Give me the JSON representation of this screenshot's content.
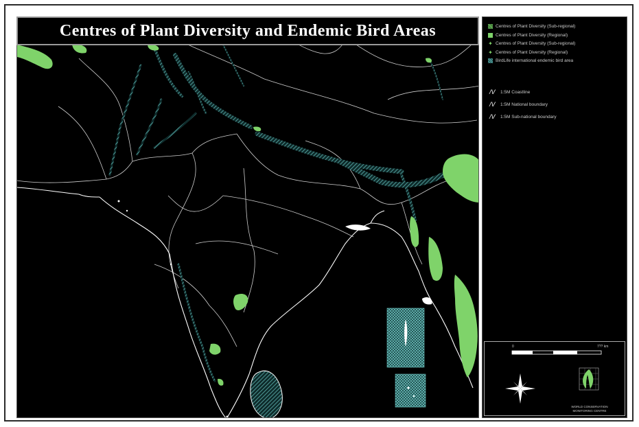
{
  "title": "Centres of Plant Diversity and Endemic Bird Areas",
  "legend": {
    "areas": [
      {
        "label": "Centres of Plant Diversity (Sub-regional)",
        "symbol": "hatched-green"
      },
      {
        "label": "Centres of Plant Diversity (Regional)",
        "symbol": "solid-green"
      },
      {
        "label": "Centres of Plant Diversity (Sub-regional)",
        "symbol": "green-star"
      },
      {
        "label": "Centres of Plant Diversity (Regional)",
        "symbol": "green-star"
      },
      {
        "label": "BirdLife international endemic bird area",
        "symbol": "hatched-teal"
      }
    ],
    "lines": [
      {
        "label": "1:5M Coastline",
        "symbol": "line"
      },
      {
        "label": "1:5M National boundary",
        "symbol": "line"
      },
      {
        "label": "1:5M Sub-national boundary",
        "symbol": "line"
      }
    ]
  },
  "scale_bar": {
    "start_label": "0",
    "end_label": "7?? km"
  },
  "organization": {
    "line1": "WORLD CONSERVATION",
    "line2": "MONITORING CENTRE"
  },
  "colors": {
    "background": "#000000",
    "plant_diversity": "#7fd36a",
    "bird_area": "#5fb5b2",
    "coastline": "#ffffff",
    "boundary": "#cfcfcf"
  },
  "icons": {
    "compass": "compass-rose-icon",
    "logo": "wcmc-logo-icon"
  }
}
